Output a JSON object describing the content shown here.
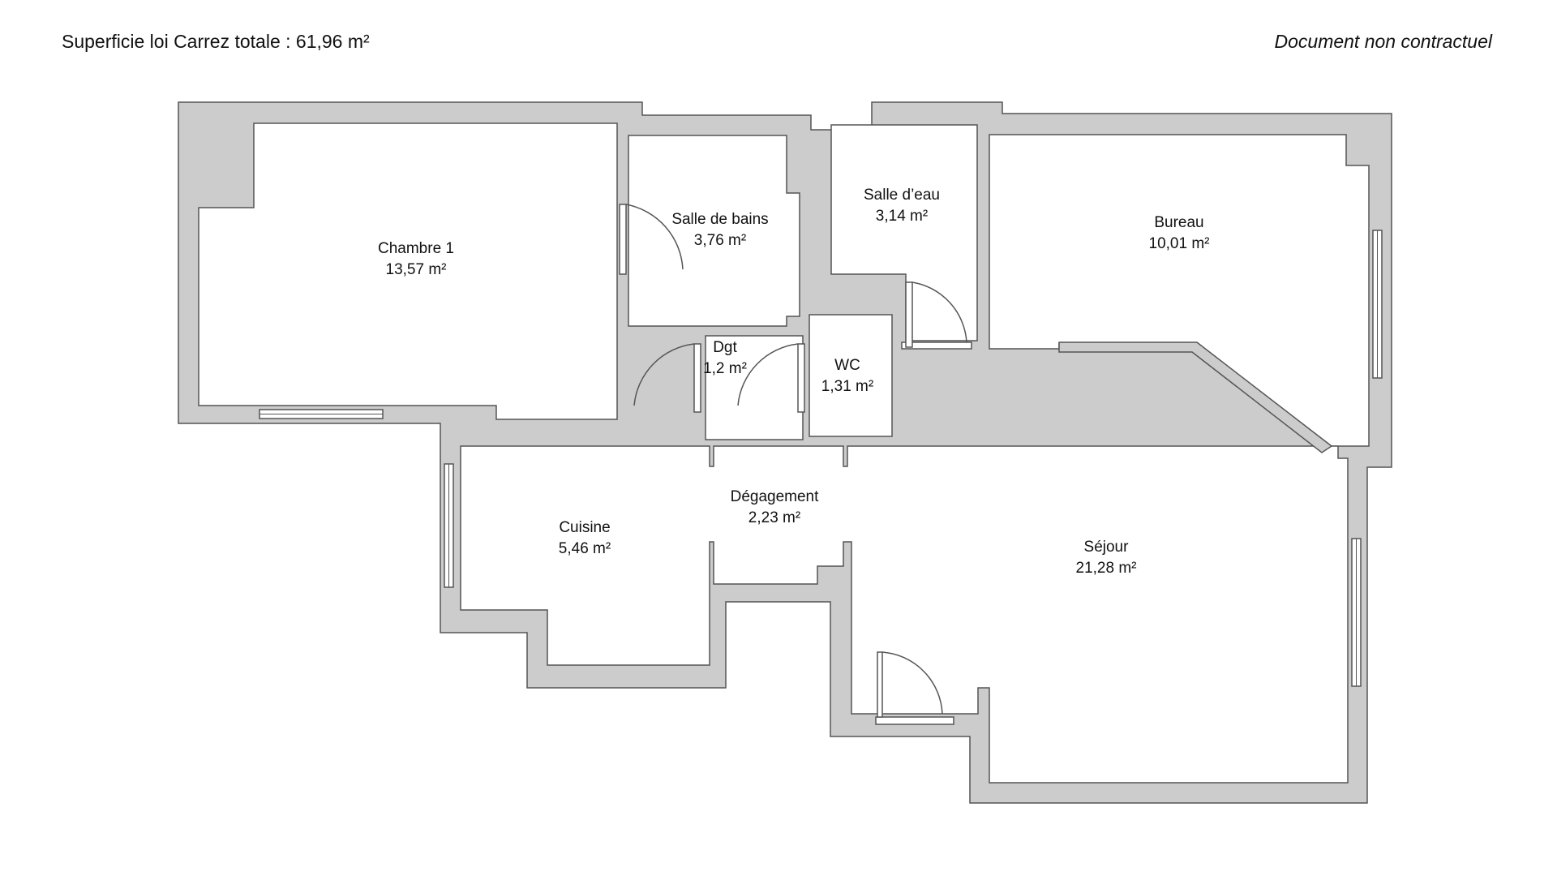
{
  "header": {
    "total_area": "Superficie loi Carrez totale : 61,96 m²",
    "disclaimer": "Document non contractuel"
  },
  "colors": {
    "wall": "#cccccc",
    "wall_stroke": "#555555",
    "background": "#ffffff"
  },
  "rooms": [
    {
      "id": "chambre-1",
      "name": "Chambre 1",
      "area": "13,57 m²"
    },
    {
      "id": "salle-de-bains",
      "name": "Salle de bains",
      "area": "3,76 m²"
    },
    {
      "id": "salle-d-eau",
      "name": "Salle d’eau",
      "area": "3,14 m²"
    },
    {
      "id": "bureau",
      "name": "Bureau",
      "area": "10,01 m²"
    },
    {
      "id": "dgt",
      "name": "Dgt",
      "area": "1,2 m²"
    },
    {
      "id": "wc",
      "name": "WC",
      "area": "1,31 m²"
    },
    {
      "id": "degagement",
      "name": "Dégagement",
      "area": "2,23 m²"
    },
    {
      "id": "cuisine",
      "name": "Cuisine",
      "area": "5,46 m²"
    },
    {
      "id": "sejour",
      "name": "Séjour",
      "area": "21,28 m²"
    }
  ]
}
